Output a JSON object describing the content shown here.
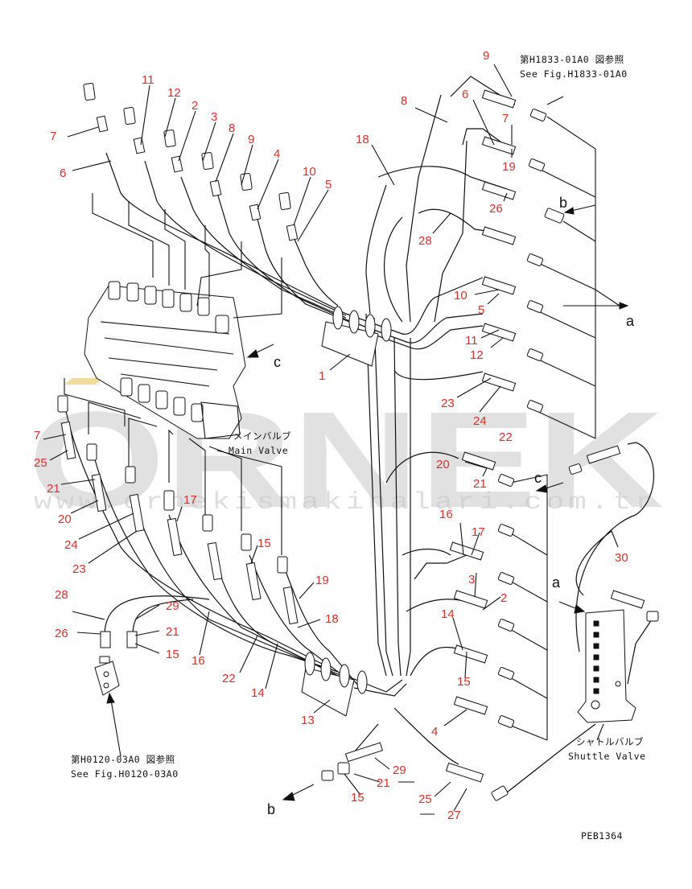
{
  "references": {
    "top_jp": "第H1833-01A0 図参照",
    "top_en": "See Fig.H1833-01A0",
    "bottom_jp": "第H0120-03A0 図参照",
    "bottom_en": "See Fig.H0120-03A0"
  },
  "valves": {
    "main_jp": "メインバルブ",
    "main_en": "Main Valve",
    "shuttle_jp": "シャトルバルブ",
    "shuttle_en": "Shuttle Valve"
  },
  "drawing_code": "PEB1364",
  "watermark": {
    "brand": "ORNEK",
    "url": "www.ornekismakinalari.com.tr"
  },
  "connection_letters": {
    "a_right": "a",
    "b_right": "b",
    "c_mid": "c",
    "c_right": "c",
    "a_shuttle": "a",
    "b_bottom": "b"
  },
  "callouts": [
    {
      "id": "c-7-a",
      "text": "7"
    },
    {
      "id": "c-6-a",
      "text": "6"
    },
    {
      "id": "c-11-a",
      "text": "11"
    },
    {
      "id": "c-12-a",
      "text": "12"
    },
    {
      "id": "c-2-a",
      "text": "2"
    },
    {
      "id": "c-3-a",
      "text": "3"
    },
    {
      "id": "c-8-a",
      "text": "8"
    },
    {
      "id": "c-9-a",
      "text": "9"
    },
    {
      "id": "c-4-a",
      "text": "4"
    },
    {
      "id": "c-10-a",
      "text": "10"
    },
    {
      "id": "c-5-a",
      "text": "5"
    },
    {
      "id": "c-18-a",
      "text": "18"
    },
    {
      "id": "c-8-b",
      "text": "8"
    },
    {
      "id": "c-9-b",
      "text": "9"
    },
    {
      "id": "c-6-b",
      "text": "6"
    },
    {
      "id": "c-7-b",
      "text": "7"
    },
    {
      "id": "c-19-a",
      "text": "19"
    },
    {
      "id": "c-26-a",
      "text": "26"
    },
    {
      "id": "c-28-a",
      "text": "28"
    },
    {
      "id": "c-10-b",
      "text": "10"
    },
    {
      "id": "c-5-b",
      "text": "5"
    },
    {
      "id": "c-11-b",
      "text": "11"
    },
    {
      "id": "c-12-b",
      "text": "12"
    },
    {
      "id": "c-1-a",
      "text": "1"
    },
    {
      "id": "c-23-a",
      "text": "23"
    },
    {
      "id": "c-24-a",
      "text": "24"
    },
    {
      "id": "c-22-a",
      "text": "22"
    },
    {
      "id": "c-20-a",
      "text": "20"
    },
    {
      "id": "c-21-a",
      "text": "21"
    },
    {
      "id": "c-16-a",
      "text": "16"
    },
    {
      "id": "c-17-a",
      "text": "17"
    },
    {
      "id": "c-3-b",
      "text": "3"
    },
    {
      "id": "c-2-b",
      "text": "2"
    },
    {
      "id": "c-14-a",
      "text": "14"
    },
    {
      "id": "c-15-a",
      "text": "15"
    },
    {
      "id": "c-4-b",
      "text": "4"
    },
    {
      "id": "c-30-a",
      "text": "30"
    },
    {
      "id": "c-7-c",
      "text": "7"
    },
    {
      "id": "c-25-a",
      "text": "25"
    },
    {
      "id": "c-21-b",
      "text": "21"
    },
    {
      "id": "c-20-b",
      "text": "20"
    },
    {
      "id": "c-24-b",
      "text": "24"
    },
    {
      "id": "c-23-b",
      "text": "23"
    },
    {
      "id": "c-17-b",
      "text": "17"
    },
    {
      "id": "c-15-b",
      "text": "15"
    },
    {
      "id": "c-19-b",
      "text": "19"
    },
    {
      "id": "c-18-b",
      "text": "18"
    },
    {
      "id": "c-28-b",
      "text": "28"
    },
    {
      "id": "c-29-a",
      "text": "29"
    },
    {
      "id": "c-26-b",
      "text": "26"
    },
    {
      "id": "c-21-c",
      "text": "21"
    },
    {
      "id": "c-15-c",
      "text": "15"
    },
    {
      "id": "c-16-b",
      "text": "16"
    },
    {
      "id": "c-22-b",
      "text": "22"
    },
    {
      "id": "c-14-b",
      "text": "14"
    },
    {
      "id": "c-13-a",
      "text": "13"
    },
    {
      "id": "c-29-b",
      "text": "29"
    },
    {
      "id": "c-21-d",
      "text": "21"
    },
    {
      "id": "c-15-d",
      "text": "15"
    },
    {
      "id": "c-25-b",
      "text": "25"
    },
    {
      "id": "c-27-a",
      "text": "27"
    }
  ]
}
